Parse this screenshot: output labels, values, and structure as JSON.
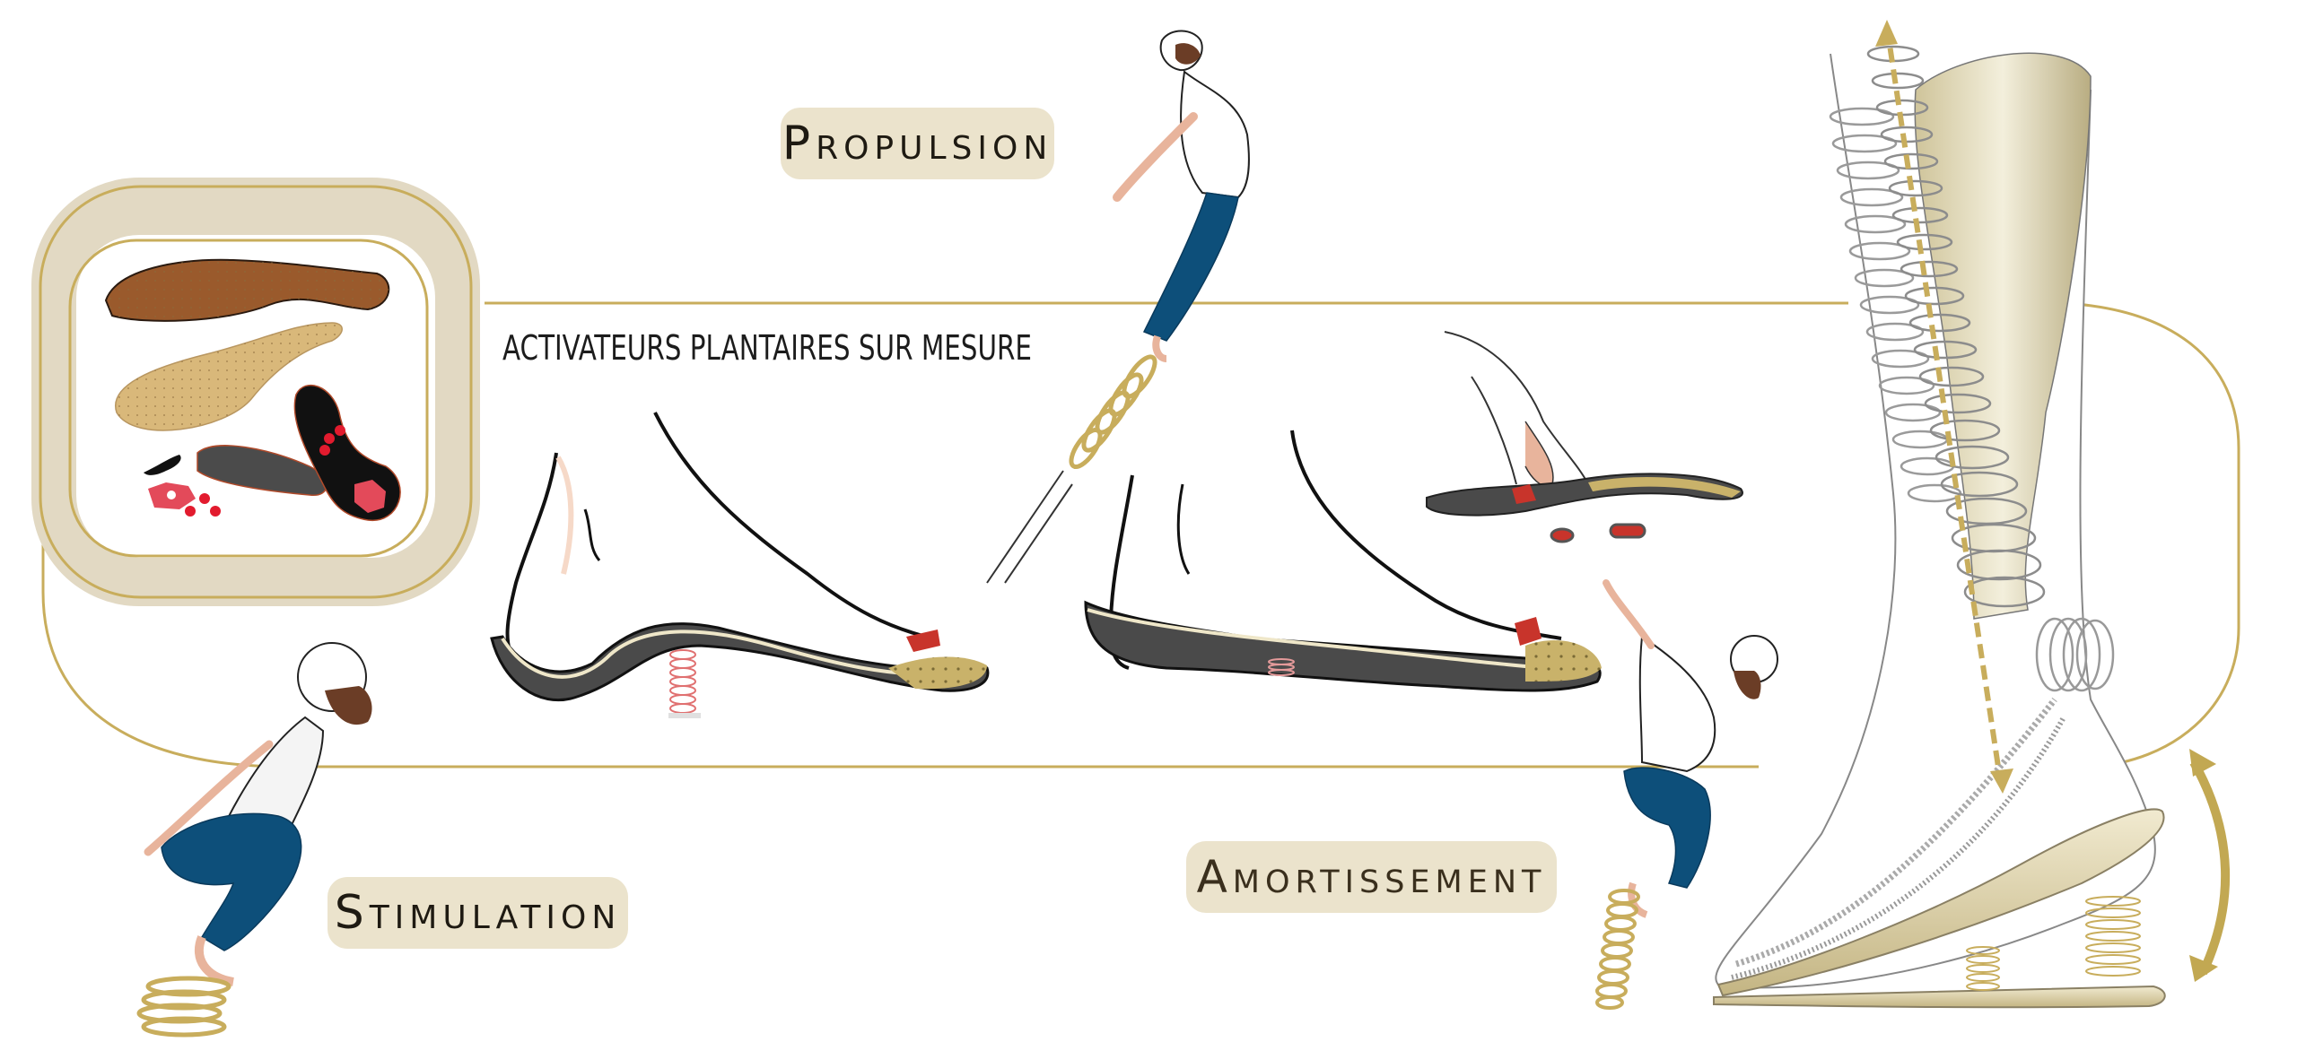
{
  "title": "Activateurs plantaires sur mesure",
  "headline": "ACTIVATEURS PLANTAIRES SUR MESURE",
  "labels": {
    "propulsion": "Propulsion",
    "stimulation": "Stimulation",
    "amortissement": "Amortissement"
  },
  "illustrations": [
    {
      "name": "orthotic-products-photo",
      "description": "Set of custom insoles: brown leather insole, tan perforated insole, grey insole, black insole with red hexagonal pads, loose red pads"
    },
    {
      "name": "man-jumping-propulsion",
      "description": "Man leaning back launched upward from a gold spring"
    },
    {
      "name": "man-squatting-stimulation",
      "description": "Bearded man crouching on a gold spring"
    },
    {
      "name": "man-landing-amortissement",
      "description": "Man landing on a compressing gold spring"
    },
    {
      "name": "foot-on-insole-spring",
      "description": "Foot standing on dark insole with red spring under arch"
    },
    {
      "name": "foot-on-insole-compressed",
      "description": "Foot on insole with compressed spring under arch"
    },
    {
      "name": "hand-adjusting-insole",
      "description": "Hand placing red pad onto insole, two loose pads below"
    },
    {
      "name": "anatomical-leg-springs",
      "description": "Leg drawn with springs as muscles and tendons over a flexible insole, dashed gold arrow along tibia"
    }
  ],
  "colors": {
    "gold": "#c8ad5c",
    "beige_panel": "#e2d9c3",
    "pill_bg": "#ebe3cc",
    "jeans_blue": "#0d4f7a",
    "insole_dark": "#3d3d3d",
    "insole_tan": "#c9b26a",
    "toenail_red": "#c8342b",
    "beard_brown": "#6b3d26"
  }
}
